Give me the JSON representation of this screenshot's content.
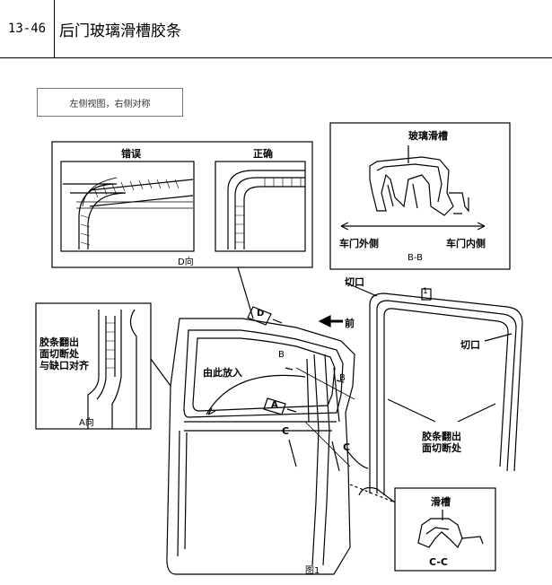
{
  "header": {
    "page_number": "13-46",
    "title": "后门玻璃滑槽胶条"
  },
  "note": "左侧视图，右侧对称",
  "labels": {
    "wrong": "错误",
    "correct": "正确",
    "view_d": "D向",
    "glass_channel": "玻璃滑槽",
    "door_outside": "车门外侧",
    "door_inside": "车门内侧",
    "section_bb": "B-B",
    "cut_top": "切口",
    "cut_right": "切口",
    "part_number": "1",
    "strip_cut_note_a": "胶条翻出\n面切断处\n与缺口对齐",
    "view_a": "A向",
    "insert_here": "由此放入",
    "front": "前",
    "marker_d": "D",
    "marker_a": "A",
    "b_upper": "B",
    "b_lower": "B",
    "c_left": "C",
    "c_right": "C",
    "strip_cut_note_right": "胶条翻出\n面切断处",
    "slide_channel": "滑槽",
    "section_cc": "C-C",
    "figure": "图1"
  }
}
